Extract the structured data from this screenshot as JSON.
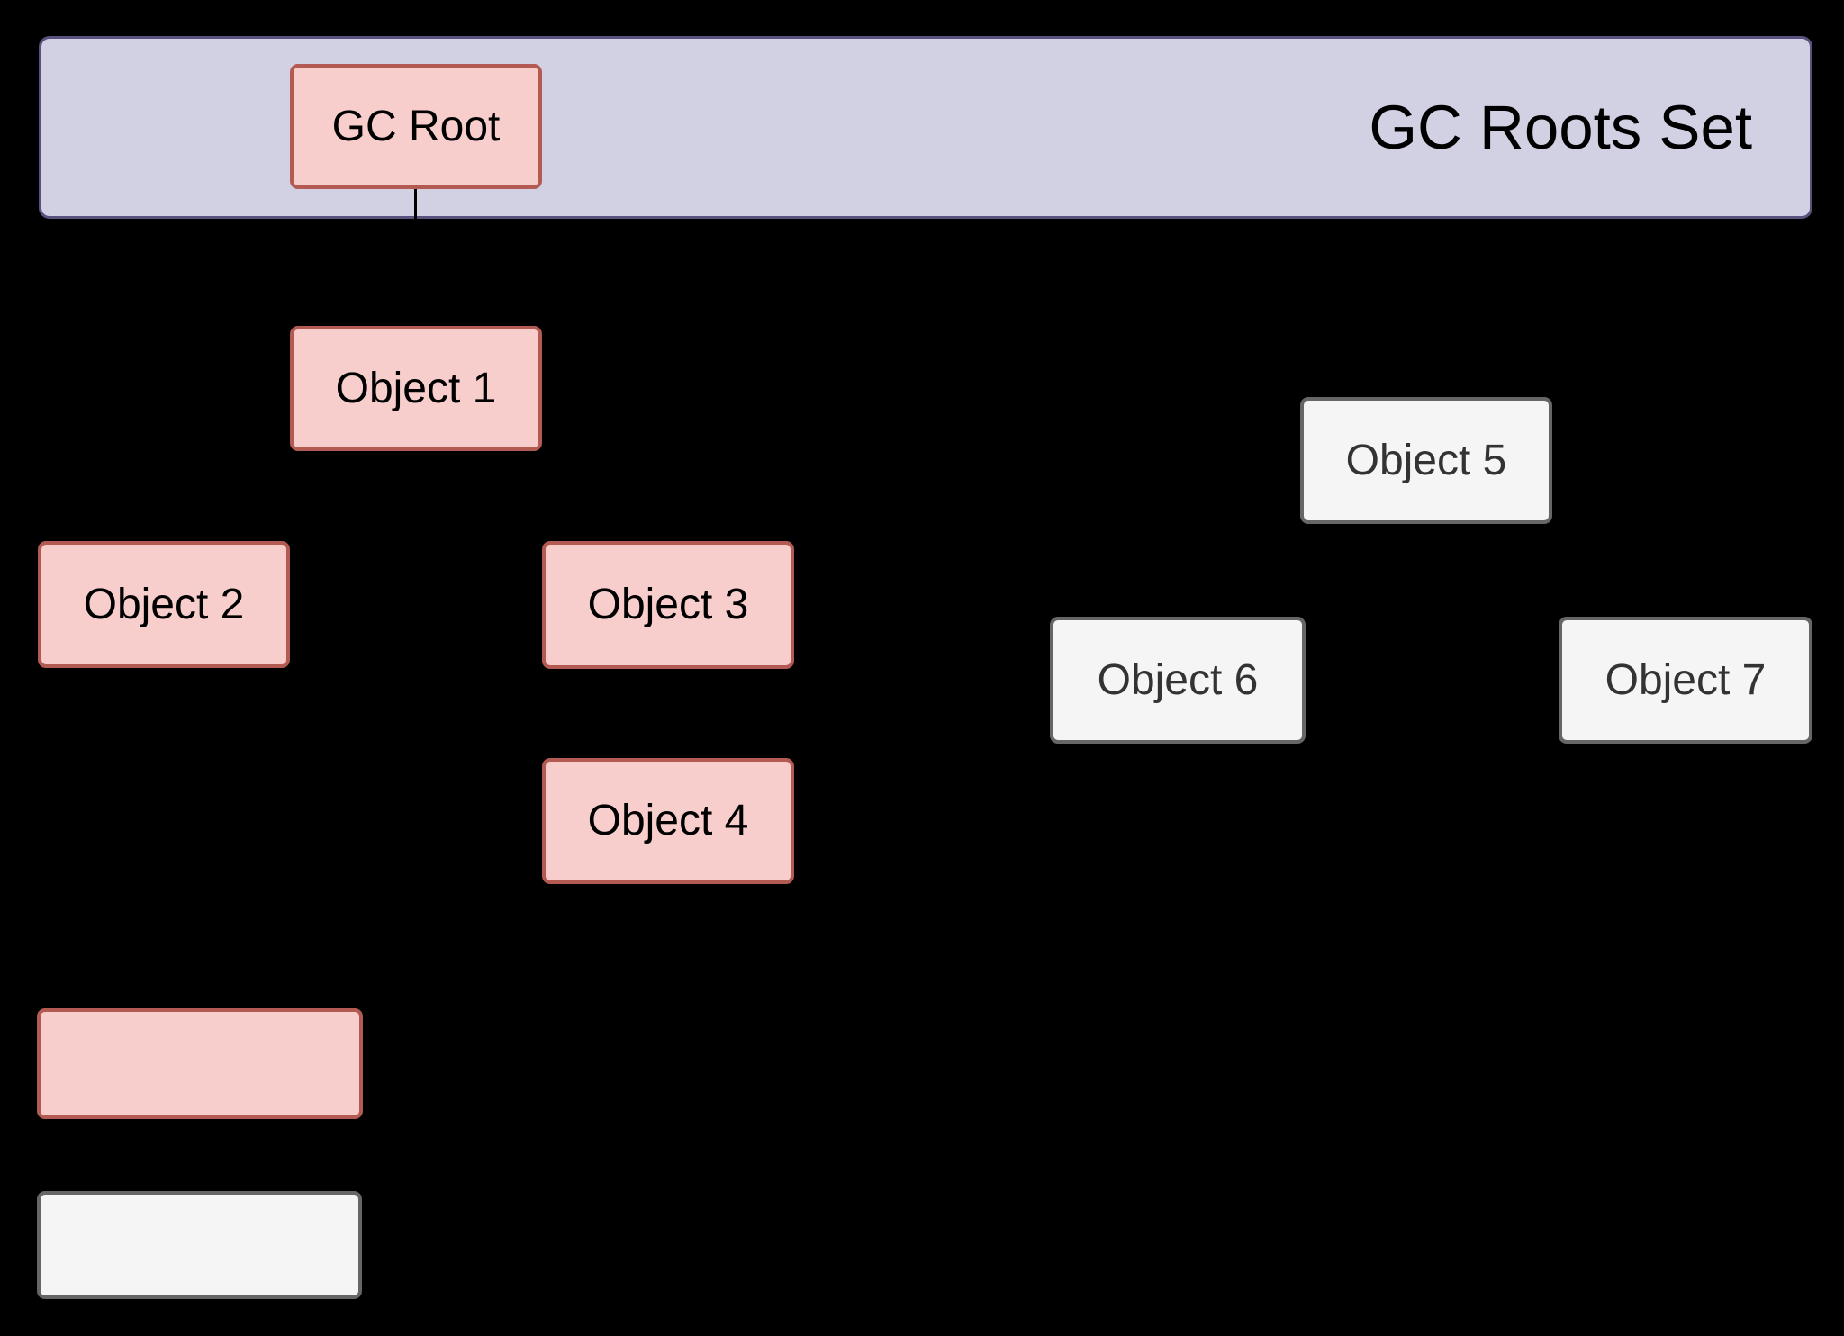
{
  "colors": {
    "background": "#000000",
    "roots_set_fill": "#D2D0E3",
    "roots_set_border": "#57527E",
    "reachable_fill": "#F8CECC",
    "reachable_border": "#B35A53",
    "unreachable_fill": "#F5F5F5",
    "unreachable_border": "#666666",
    "reachable_text": "#000000",
    "unreachable_text": "#333333",
    "connector": "#000000"
  },
  "banner": {
    "title": "GC Roots Set"
  },
  "nodes": {
    "gc_root": {
      "label": "GC Root"
    },
    "object1": {
      "label": "Object 1"
    },
    "object2": {
      "label": "Object 2"
    },
    "object3": {
      "label": "Object 3"
    },
    "object4": {
      "label": "Object 4"
    },
    "object5": {
      "label": "Object 5"
    },
    "object6": {
      "label": "Object 6"
    },
    "object7": {
      "label": "Object 7"
    }
  }
}
